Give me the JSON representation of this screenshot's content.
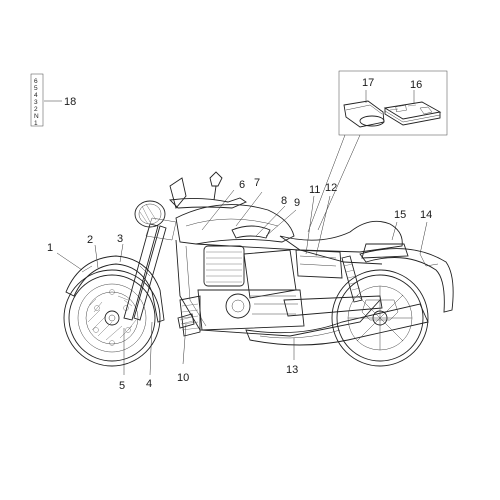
{
  "callouts": [
    {
      "id": "1",
      "label": "1"
    },
    {
      "id": "2",
      "label": "2"
    },
    {
      "id": "3",
      "label": "3"
    },
    {
      "id": "4",
      "label": "4"
    },
    {
      "id": "5",
      "label": "5"
    },
    {
      "id": "6",
      "label": "6"
    },
    {
      "id": "7",
      "label": "7"
    },
    {
      "id": "8",
      "label": "8"
    },
    {
      "id": "9",
      "label": "9"
    },
    {
      "id": "10",
      "label": "10"
    },
    {
      "id": "11",
      "label": "11"
    },
    {
      "id": "12",
      "label": "12"
    },
    {
      "id": "13",
      "label": "13"
    },
    {
      "id": "14",
      "label": "14"
    },
    {
      "id": "15",
      "label": "15"
    },
    {
      "id": "16",
      "label": "16"
    },
    {
      "id": "17",
      "label": "17"
    },
    {
      "id": "18",
      "label": "18"
    }
  ],
  "gear_decal": [
    "6",
    "5",
    "4",
    "3",
    "2",
    "N",
    "1"
  ],
  "colors": {
    "line": "#222222",
    "background": "#ffffff"
  }
}
